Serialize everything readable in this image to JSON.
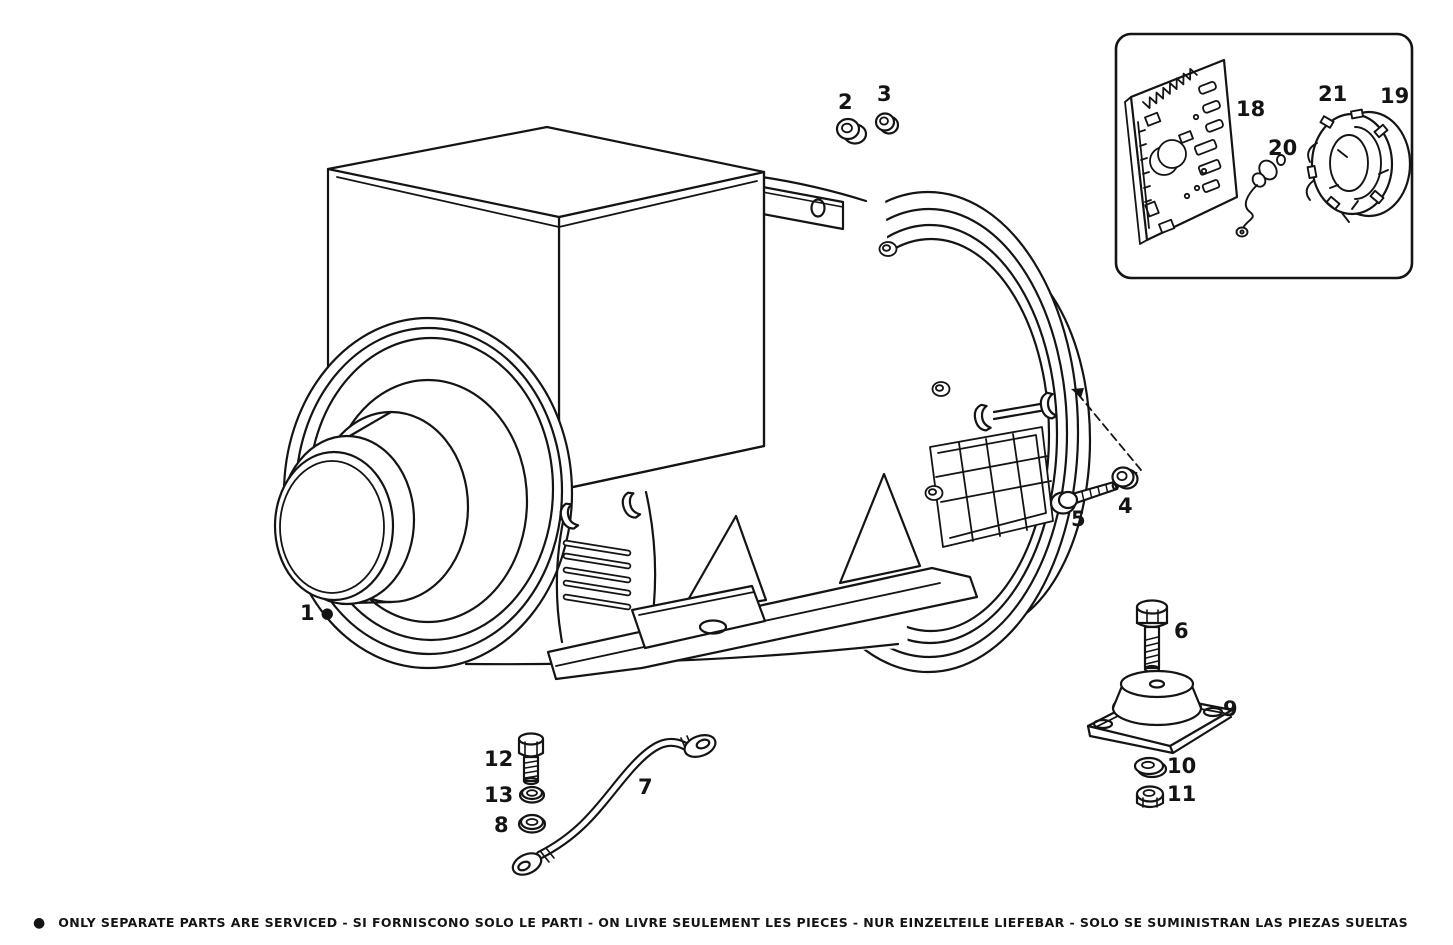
{
  "document": {
    "type": "exploded-parts-diagram",
    "subject": "generator-alternator assembly"
  },
  "colors": {
    "ink": "#141414",
    "paper": "#ffffff"
  },
  "callouts": [
    {
      "label": "1",
      "marker": "●"
    },
    {
      "label": "2"
    },
    {
      "label": "3"
    },
    {
      "label": "4"
    },
    {
      "label": "5"
    },
    {
      "label": "6"
    },
    {
      "label": "7"
    },
    {
      "label": "8"
    },
    {
      "label": "9"
    },
    {
      "label": "10"
    },
    {
      "label": "11"
    },
    {
      "label": "12"
    },
    {
      "label": "13"
    },
    {
      "label": "18"
    },
    {
      "label": "19"
    },
    {
      "label": "20"
    },
    {
      "label": "21"
    }
  ],
  "footer": {
    "bullet": "●",
    "note": "ONLY SEPARATE PARTS ARE SERVICED - SI FORNISCONO SOLO LE PARTI - ON LIVRE SEULEMENT LES PIECES - NUR EINZELTEILE LIEFEBAR - SOLO SE SUMINISTRAN LAS PIEZAS SUELTAS"
  }
}
